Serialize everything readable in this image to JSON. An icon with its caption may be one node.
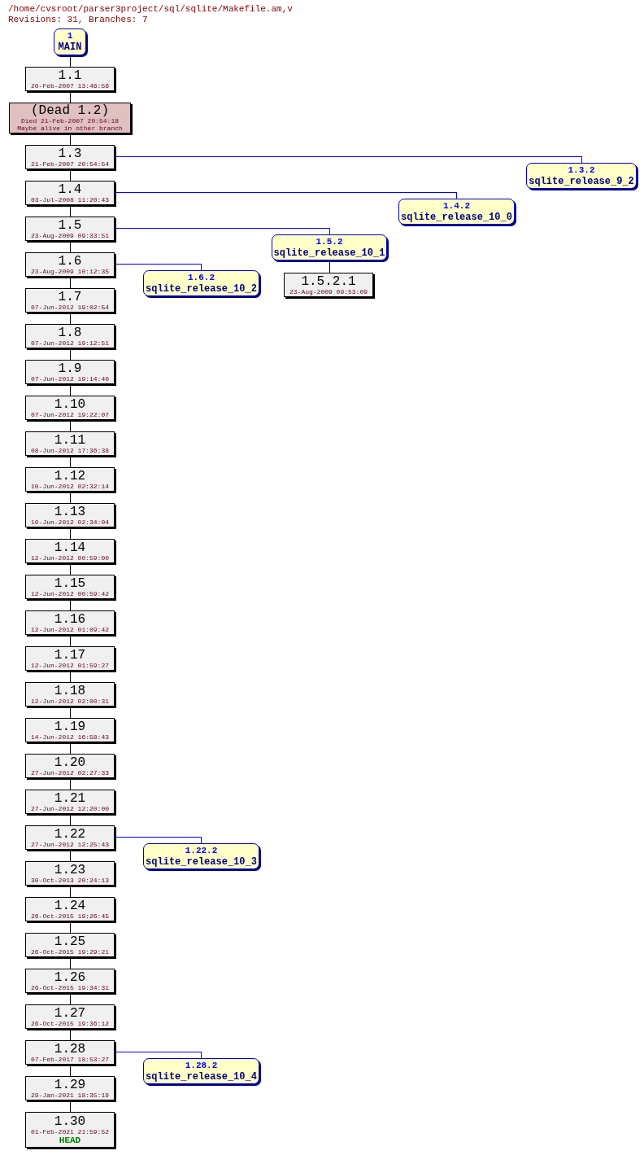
{
  "diagram": {
    "title": "/home/cvsroot/parser3project/sql/sqlite/Makefile.am,v",
    "nodes": [
      {
        "text": [
          "1",
          "MAIN"
        ]
      },
      {
        "text": [
          "1.1",
          "20-Feb-2007 13:46:56"
        ]
      },
      {
        "text": [
          "(Dead 1.2)",
          "Died 21-Feb-2007 20:54:18",
          "Maybe alive in other branch"
        ]
      },
      {
        "text": [
          "1.3",
          "21-Feb-2007 20:54:54"
        ]
      },
      {
        "text": [
          "1.3.2",
          "sqlite_release_9_2"
        ]
      },
      {
        "text": [
          "1.4",
          "03-Jul-2008 11:20:43"
        ]
      },
      {
        "text": [
          "1.4.2",
          "sqlite_release_10_0"
        ]
      },
      {
        "text": [
          "1.5",
          "23-Aug-2009 09:33:51"
        ]
      },
      {
        "text": [
          "1.5.2",
          "sqlite_release_10_1"
        ]
      },
      {
        "text": [
          "1.5.2.1",
          "23-Aug-2009 09:53:09"
        ]
      },
      {
        "text": [
          "1.6",
          "23-Aug-2009 10:12:35"
        ]
      },
      {
        "text": [
          "1.6.2",
          "sqlite_release_10_2"
        ]
      },
      {
        "text": [
          "1.7",
          "07-Jun-2012 19:02:54"
        ]
      },
      {
        "text": [
          "1.8",
          "07-Jun-2012 19:12:51"
        ]
      },
      {
        "text": [
          "1.9",
          "07-Jun-2012 19:14:40"
        ]
      },
      {
        "text": [
          "1.10",
          "07-Jun-2012 19:22:07"
        ]
      },
      {
        "text": [
          "1.11",
          "08-Jun-2012 17:36:38"
        ]
      },
      {
        "text": [
          "1.12",
          "10-Jun-2012 02:32:14"
        ]
      },
      {
        "text": [
          "1.13",
          "10-Jun-2012 02:34:04"
        ]
      },
      {
        "text": [
          "1.14",
          "12-Jun-2012 00:59:00"
        ]
      },
      {
        "text": [
          "1.15",
          "12-Jun-2012 00:59:42"
        ]
      },
      {
        "text": [
          "1.16",
          "12-Jun-2012 01:09:42"
        ]
      },
      {
        "text": [
          "1.17",
          "12-Jun-2012 01:59:27"
        ]
      },
      {
        "text": [
          "1.18",
          "12-Jun-2012 02:00:31"
        ]
      },
      {
        "text": [
          "1.19",
          "14-Jun-2012 16:58:43"
        ]
      },
      {
        "text": [
          "1.20",
          "27-Jun-2012 02:27:33"
        ]
      },
      {
        "text": [
          "1.21",
          "27-Jun-2012 12:20:00"
        ]
      },
      {
        "text": [
          "1.22",
          "27-Jun-2012 12:25:43"
        ]
      },
      {
        "text": [
          "1.22.2",
          "sqlite_release_10_3"
        ]
      },
      {
        "text": [
          "1.23",
          "30-Oct-2013 20:24:13"
        ]
      },
      {
        "text": [
          "1.24",
          "26-Oct-2015 19:26:45"
        ]
      },
      {
        "text": [
          "1.25",
          "26-Oct-2015 19:29:21"
        ]
      },
      {
        "text": [
          "1.26",
          "26-Oct-2015 19:34:31"
        ]
      },
      {
        "text": [
          "1.27",
          "26-Oct-2015 19:36:12"
        ]
      },
      {
        "text": [
          "1.28",
          "07-Feb-2017 18:53:27"
        ]
      },
      {
        "text": [
          "1.28.2",
          "sqlite_release_10_4"
        ]
      },
      {
        "text": [
          "1.29",
          "29-Jan-2021 18:35:19"
        ]
      },
      {
        "text": [
          "1.30",
          "01-Feb-2021 21:59:52",
          "HEAD"
        ]
      }
    ],
    "edges": [
      {
        "from": 0,
        "to": 1,
        "arrow": "none"
      },
      {
        "from": 1,
        "to": 2,
        "arrow": "none"
      },
      {
        "from": 2,
        "to": 3,
        "arrow": "none"
      },
      {
        "from": 3,
        "to": 4,
        "arrow": "none",
        "color": "#0000ff"
      },
      {
        "from": 3,
        "to": 5,
        "arrow": "none"
      },
      {
        "from": 5,
        "to": 6,
        "arrow": "none",
        "color": "#0000ff"
      },
      {
        "from": 5,
        "to": 7,
        "arrow": "none"
      },
      {
        "from": 7,
        "to": 8,
        "arrow": "none",
        "color": "#0000ff"
      },
      {
        "from": 8,
        "to": 9,
        "arrow": "none"
      },
      {
        "from": 7,
        "to": 10,
        "arrow": "none"
      },
      {
        "from": 10,
        "to": 11,
        "arrow": "none",
        "color": "#0000ff"
      },
      {
        "from": 10,
        "to": 12,
        "arrow": "none"
      },
      {
        "from": 12,
        "to": 13,
        "arrow": "none"
      },
      {
        "from": 13,
        "to": 14,
        "arrow": "none"
      },
      {
        "from": 14,
        "to": 15,
        "arrow": "none"
      },
      {
        "from": 15,
        "to": 16,
        "arrow": "none"
      },
      {
        "from": 16,
        "to": 17,
        "arrow": "none"
      },
      {
        "from": 17,
        "to": 18,
        "arrow": "none"
      },
      {
        "from": 18,
        "to": 19,
        "arrow": "none"
      },
      {
        "from": 19,
        "to": 20,
        "arrow": "none"
      },
      {
        "from": 20,
        "to": 21,
        "arrow": "none"
      },
      {
        "from": 21,
        "to": 22,
        "arrow": "none"
      },
      {
        "from": 22,
        "to": 23,
        "arrow": "none"
      },
      {
        "from": 23,
        "to": 24,
        "arrow": "none"
      },
      {
        "from": 24,
        "to": 25,
        "arrow": "none"
      },
      {
        "from": 25,
        "to": 26,
        "arrow": "none"
      },
      {
        "from": 26,
        "to": 27,
        "arrow": "none"
      },
      {
        "from": 27,
        "to": 28,
        "arrow": "none",
        "color": "#0000ff"
      },
      {
        "from": 27,
        "to": 29,
        "arrow": "none"
      },
      {
        "from": 29,
        "to": 30,
        "arrow": "none"
      },
      {
        "from": 30,
        "to": 31,
        "arrow": "none"
      },
      {
        "from": 31,
        "to": 32,
        "arrow": "none"
      },
      {
        "from": 32,
        "to": 33,
        "arrow": "none"
      },
      {
        "from": 33,
        "to": 34,
        "arrow": "none"
      },
      {
        "from": 34,
        "to": 35,
        "arrow": "none",
        "color": "#0000ff"
      },
      {
        "from": 34,
        "to": 36,
        "arrow": "none"
      },
      {
        "from": 36,
        "to": 37,
        "arrow": "none"
      }
    ],
    "labels": [
      "Revisions: 31, Branches: 7"
    ]
  }
}
